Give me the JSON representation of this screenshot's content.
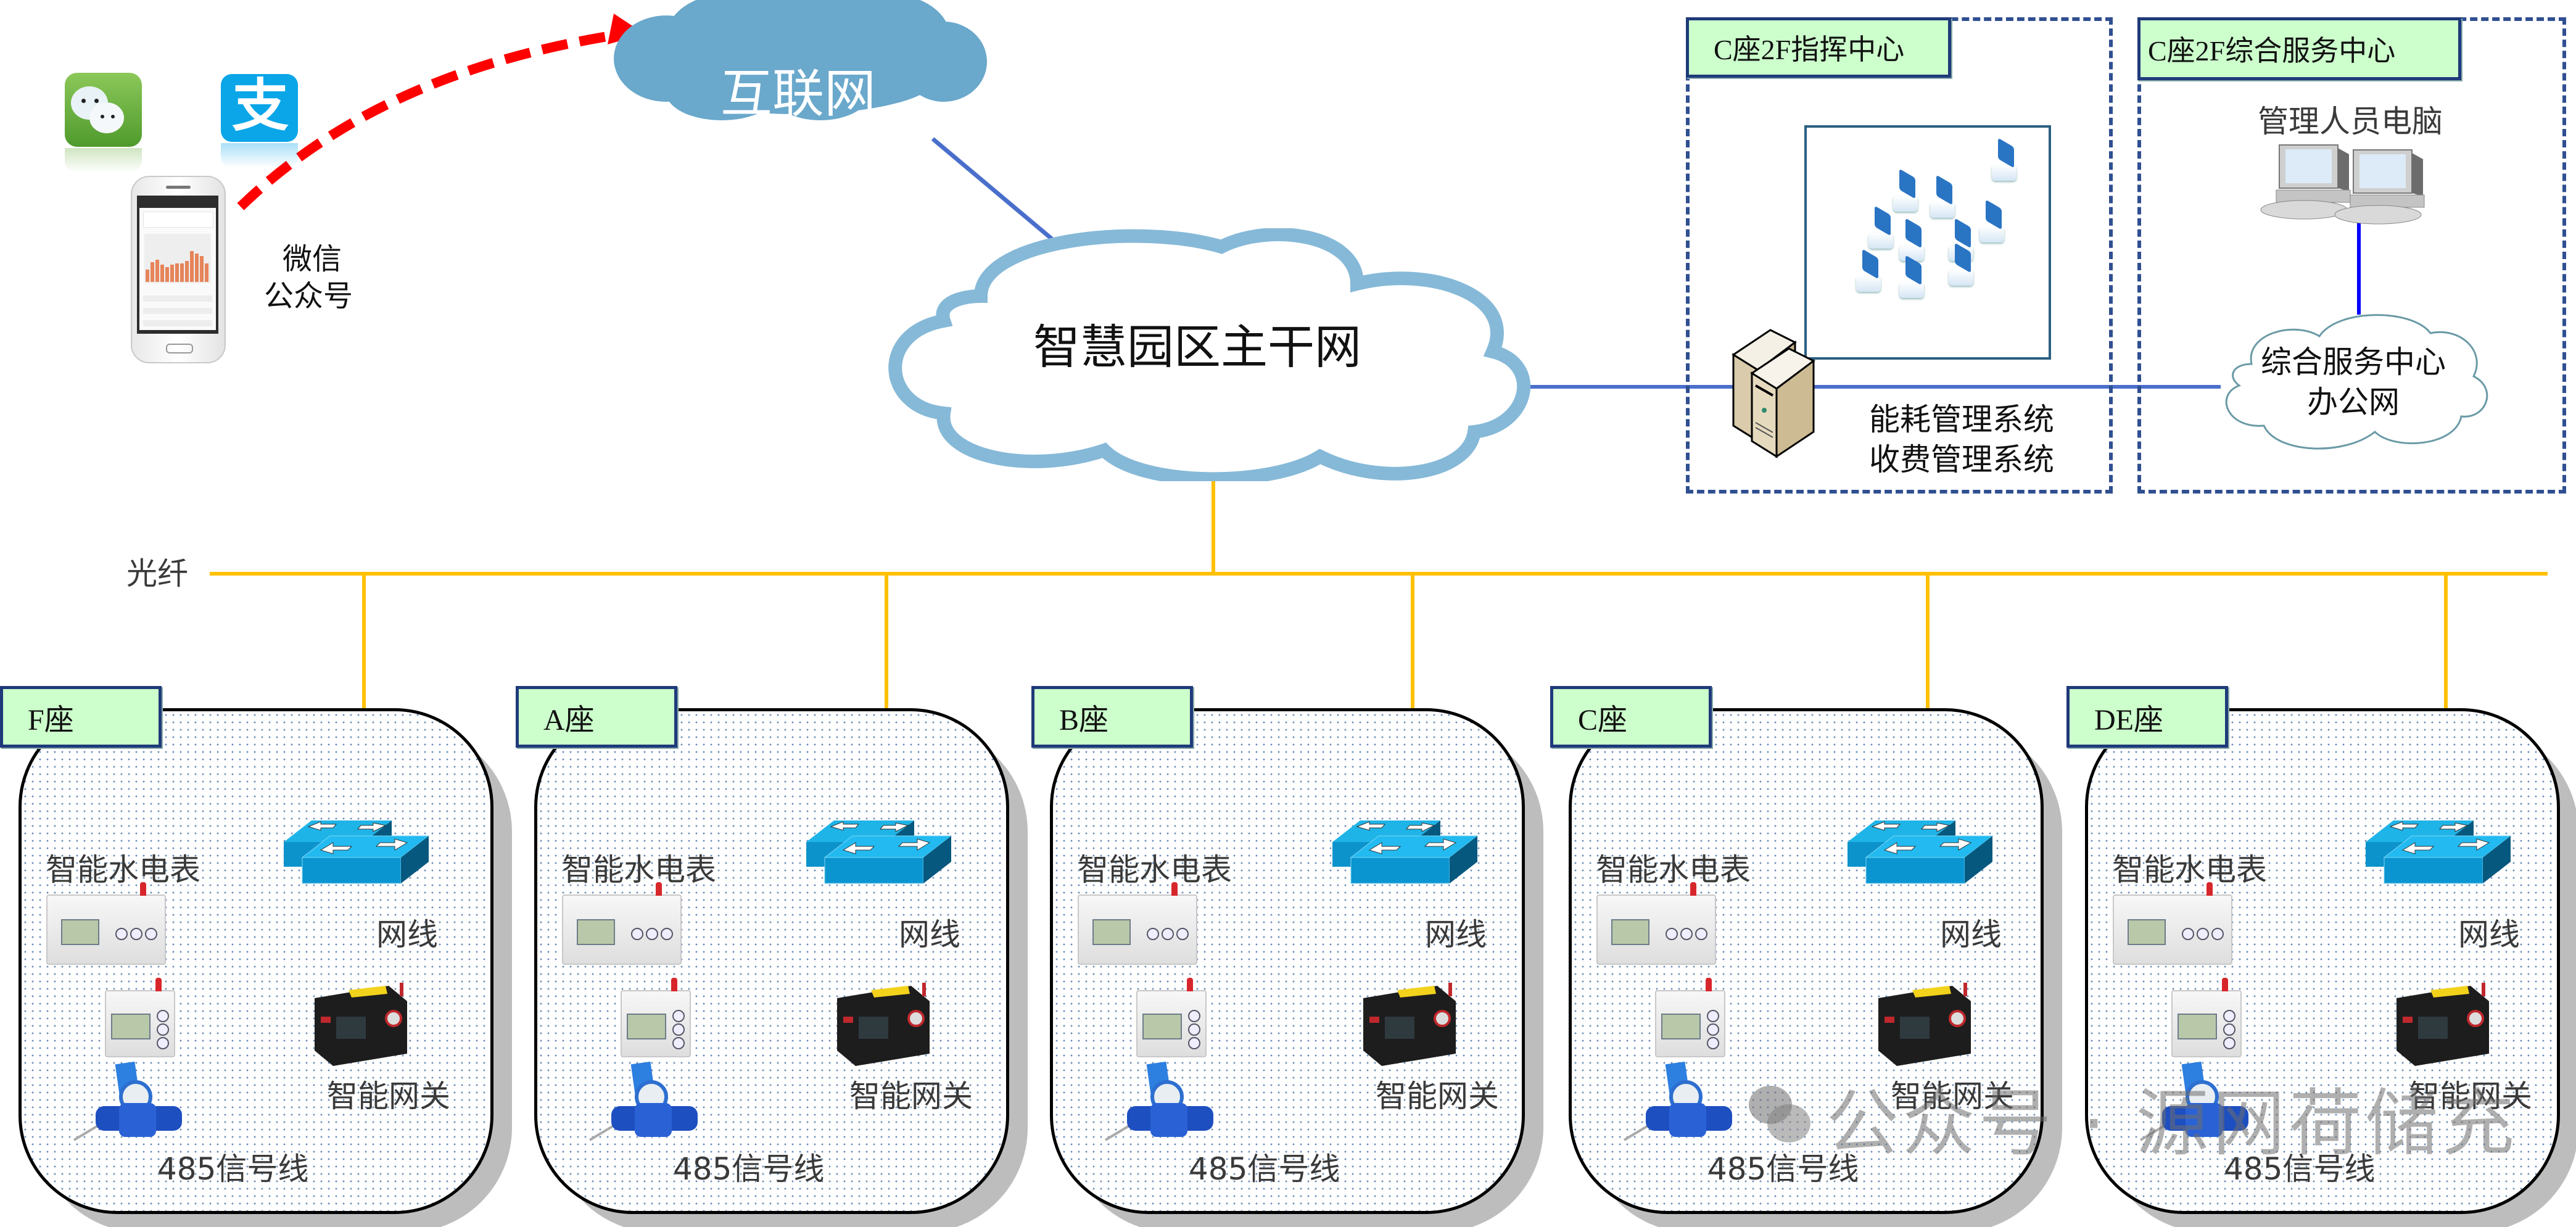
{
  "diagram": {
    "title": "智慧园区能耗管理系统网络拓扑",
    "colors": {
      "fiber": "#ffc000",
      "ethernet": "#4a6fcb",
      "lan_blue": "#0000ff",
      "rs485": "#000000",
      "internet_cloud": "#6aa8cc",
      "backbone_cloud_outline": "#86b9d8",
      "label_fill": "#ccffcc",
      "label_border": "#1f3a7a",
      "dashed_border": "#2f4f90",
      "arrow_red": "#ff0000",
      "switch_blue": "#1eaee0"
    },
    "mobile": {
      "app_icons": [
        "wechat-icon",
        "alipay-icon"
      ],
      "device": "smartphone",
      "label_line1": "微信",
      "label_line2": "公众号"
    },
    "internet": {
      "label": "互联网"
    },
    "backbone": {
      "label": "智慧园区主干网"
    },
    "fiber": {
      "label": "光纤"
    },
    "command_center": {
      "title": "C座2F指挥中心",
      "system_line1": "能耗管理系统",
      "system_line2": "收费管理系统"
    },
    "service_center": {
      "title": "C座2F综合服务中心",
      "pc_label": "管理人员电脑",
      "lan_line1": "综合服务中心",
      "lan_line2": "办公网"
    },
    "buildings": [
      {
        "name": "F座",
        "meters_label": "智能水电表",
        "lan_label": "网线",
        "gateway_label": "智能网关",
        "bus_label": "485信号线"
      },
      {
        "name": "A座",
        "meters_label": "智能水电表",
        "lan_label": "网线",
        "gateway_label": "智能网关",
        "bus_label": "485信号线"
      },
      {
        "name": "B座",
        "meters_label": "智能水电表",
        "lan_label": "网线",
        "gateway_label": "智能网关",
        "bus_label": "485信号线"
      },
      {
        "name": "C座",
        "meters_label": "智能水电表",
        "lan_label": "网线",
        "gateway_label": "智能网关",
        "bus_label": "485信号线"
      },
      {
        "name": "DE座",
        "meters_label": "智能水电表",
        "lan_label": "网线",
        "gateway_label": "智能网关",
        "bus_label": "485信号线"
      }
    ],
    "watermark": "公众号 · 源网荷储充"
  }
}
